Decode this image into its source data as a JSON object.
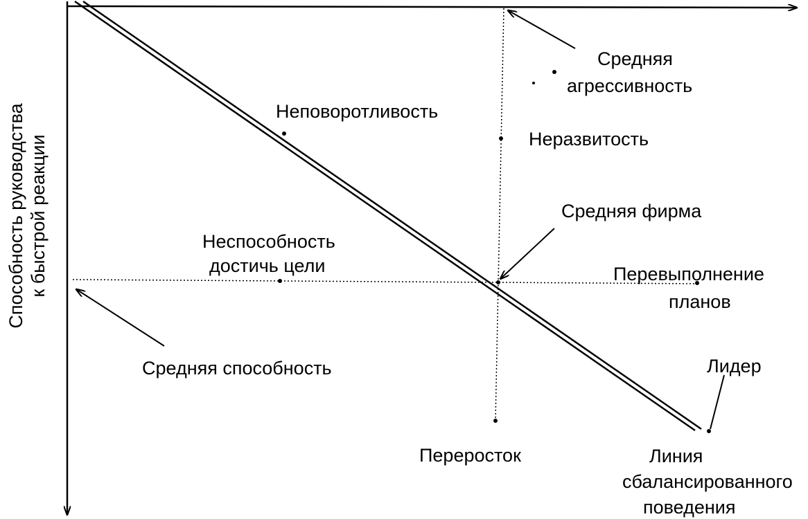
{
  "y_axis_label": {
    "line1": "Способность руководства",
    "line2": "к быстрой реакции"
  },
  "labels": {
    "avg_aggressiveness_1": "Средняя",
    "avg_aggressiveness_2": "агрессивность",
    "clumsiness": "Неповоротливость",
    "underdevelopment": "Неразвитость",
    "avg_firm": "Средняя фирма",
    "inability_1": "Неспособность",
    "inability_2": "достичь цели",
    "overfulfillment_1": "Перевыполнение",
    "overfulfillment_2": "планов",
    "avg_ability": "Средняя способность",
    "leader": "Лидер",
    "overgrown": "Переросток",
    "balance_1": "Линия",
    "balance_2": "сбалансированного",
    "balance_3": "поведения"
  }
}
